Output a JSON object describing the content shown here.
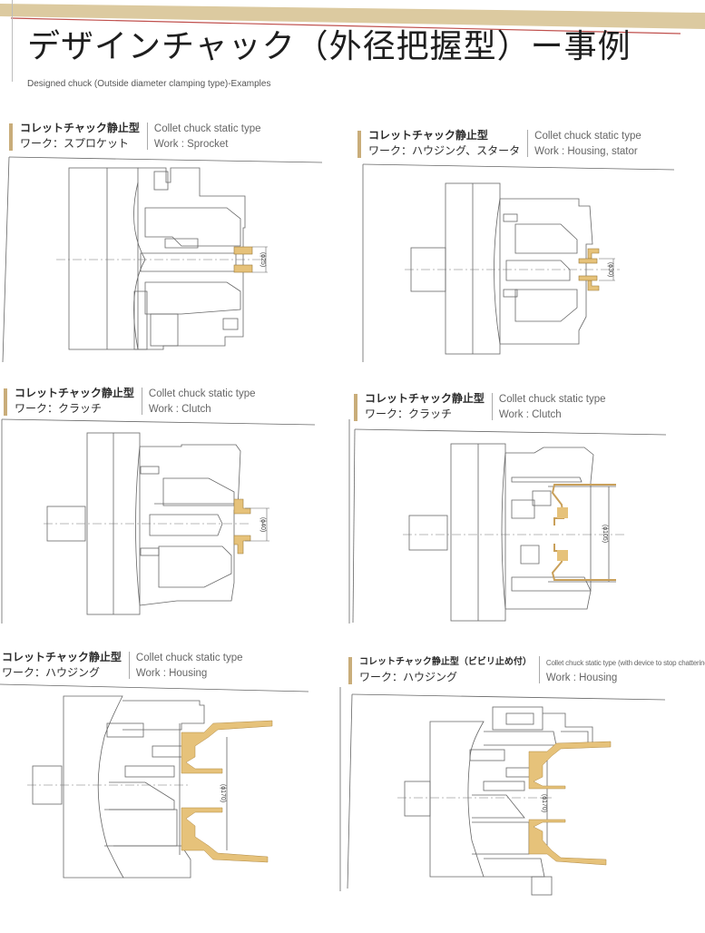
{
  "page": {
    "title": "デザインチャック（外径把握型）ー事例",
    "subtitle": "Designed chuck (Outside diameter clamping type)-Examples"
  },
  "colors": {
    "accent_band": "#d8c49a",
    "accent_line": "#c0504d",
    "accent_bar": "#c9ad7a",
    "workpiece_fill": "#e6c27a",
    "line": "#555555"
  },
  "examples": [
    {
      "jp_type": "コレットチャック静止型",
      "jp_work": "ワーク：スプロケット",
      "en_type": "Collet chuck static type",
      "en_work": "Work : Sprocket",
      "dimension": "(ϕ25)"
    },
    {
      "jp_type": "コレットチャック静止型",
      "jp_work": "ワーク：ハウジング、スタータ",
      "en_type": "Collet chuck static type",
      "en_work": "Work : Housing, stator",
      "dimension": "(ϕ30)"
    },
    {
      "jp_type": "コレットチャック静止型",
      "jp_work": "ワーク：クラッチ",
      "en_type": "Collet chuck static type",
      "en_work": "Work : Clutch",
      "dimension": "(ϕ40)"
    },
    {
      "jp_type": "コレットチャック静止型",
      "jp_work": "ワーク：クラッチ",
      "en_type": "Collet chuck static type",
      "en_work": "Work : Clutch",
      "dimension": "(ϕ105)"
    },
    {
      "jp_type": "コレットチャック静止型",
      "jp_work": "ワーク：ハウジング",
      "en_type": "Collet chuck static type",
      "en_work": "Work : Housing",
      "dimension": "(ϕ170)"
    },
    {
      "jp_type": "コレットチャック静止型（ビビリ止め付）",
      "jp_work": "ワーク：ハウジング",
      "en_type": "Collet chuck static type (with device to stop chattering)",
      "en_work": "Work : Housing",
      "dimension": "(ϕ170)"
    }
  ]
}
